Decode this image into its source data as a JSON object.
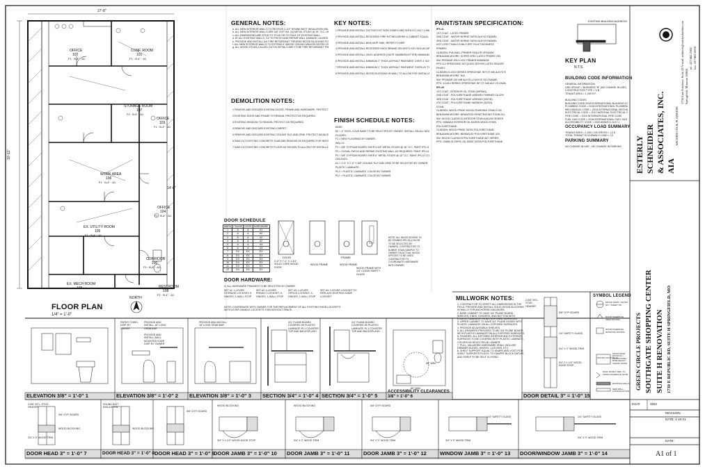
{
  "sheet": {
    "floor_plan_title": "FLOOR PLAN",
    "floor_plan_scale": "1/4\" = 1'-0\"",
    "north_label": "NORTH",
    "dim_top": "27'-8\"",
    "dim_side": "10'-11\"",
    "dim_right": "14'-8\"",
    "rooms": [
      {
        "name": "OFFICE",
        "num": "102",
        "code": "F1 · B-4\" · A1"
      },
      {
        "name": "CONF. ROOM",
        "num": "101",
        "code": "F1 · B-4\" · A1"
      },
      {
        "name": "STORAGE ROOM",
        "num": "107",
        "code": "F2 · B-4\" · A1"
      },
      {
        "name": "OFFICE",
        "num": "103",
        "code": "F1 · B-4\" · A1"
      },
      {
        "name": "WORK AREA",
        "num": "106",
        "code": "F1 · B-4\" · A1"
      },
      {
        "name": "OFFICE",
        "num": "104",
        "code": "F1 · B-4\" · A1"
      },
      {
        "name": "EX. UTILITY ROOM",
        "num": "105",
        "code": "F1 · B-4\" · A1"
      },
      {
        "name": "CORRIDOR",
        "num": "100",
        "code": "F1 · B-4\" · A1"
      },
      {
        "name": "EX. MECH ROOM",
        "num": "109",
        "code": ""
      },
      {
        "name": "RESTROOM",
        "num": "108",
        "code": "F2 · B-4\" · A1"
      }
    ]
  },
  "general_notes": {
    "title": "GENERAL NOTES:",
    "items": [
      "a.  ALL NEW INTERIOR WALLS TO RECEIVE 3-1/2\" SOUND BATT INSULATION UNLESS NOTED OTHERWISE.",
      "b.  ALL NEW INTERIOR WALLS ARE 5/8\" GYP. BD. (A) METAL STUDS @ 16\" O.C. UNLESS NOTED OTHERWISE.",
      "c.  ALL DIMENSIONS ARE STUD TO STUD OR TO FACE OF EXISTING WALL.",
      "d.  AT ALL EXISTING WALLS, GC TO PATCH AND REPAIR WALL DAMAGE CAUSED BY DEMOLITION WORK TO MATCH EXISTING.",
      "e.  PROVIDE AND INSTALL 2x4 FIRE RETARDANT TREATED WOOD BLOCKING FOR ALL MILLWORK AND TOILET ACCESSORIES.",
      "f.  ALL NEW INTERIOR WALLS TO EXTEND 6\" ABOVE CEILING UNLESS NOTED OTHERWISE.",
      "g.  ALL WOOD STUDS CALLED OUT IN DETAILS ARE TO BE FIRE RETARDANT TREATED."
    ]
  },
  "demolition_notes": {
    "title": "DEMOLITION NOTES:",
    "items": [
      "1  REMOVE AND DISCARD EXISTING DOOR, FRAME AND HARDWARE. PROTECT ADJACENT CONSTRUCTION AS REQUIRED.",
      "2  EXISTING DOOR AND FRAME TO REMAIN. PROTECT AS REQUIRED.",
      "3  EXISTING WINDOW TO REMAIN. PROTECT AS REQUIRED.",
      "4  REMOVE AND DISCARD EXISTING CARPET.",
      "5  REMOVE AND DISCARD EXISTING CEILING TILE AND GRID. PROTECT ADJACENT CONSTRUCTION AS REQUIRED.",
      "6  SAW CUT EXISTING CONCRETE SLAB AND REMOVE AS REQUIRED FOR INSTALLATION OF SANITARY SEWER.",
      "7  SAW CUT EXISTING CONCRETE FLOOR AS SHOWN TO ALLOW FOR INSTALLATION OF NEW PLUMBING LINES."
    ]
  },
  "key_notes": {
    "title": "KEY NOTES:",
    "items": [
      "1  PROVIDE AND INSTALL TACTILE EXIT SIGN COMPLYING WITH ICC A117.1 AND MOUNT ON WALL. MOUNT AT 48\" OFF FINISH FLOOR.",
      "2  PROVIDE AND INSTALL RECESSED FIRE EXTINGUISHER & CABINET EQUAL TO \"SENTRY\" MODEL # 2S-1014.",
      "3  PROVIDE AND INSTALL NEW MOP SINK, REFER TO MEP.",
      "4  PROVIDE AND INSTALL RECESSED KNOX BRAND SECURITY KEY BOX AS APPROVED BY THE LOCAL FIRE DEPARTMENT.",
      "5  PROVIDE AND INSTALL VINYL ADDRESS (SUITE NUMBER/LETTER) MINIMUM 3\" HIGH WITH A 1/2\" STROKE WIDTH.",
      "6  PROVIDE AND INSTALL MINIMUM 1\" THICK ASPHALT PAVEMENT OVER 4\" AGGREGATE BASE.",
      "7  PROVIDE AND INSTALL MINIMUM 1\" THICK ASPHALT PAVEMENT OVERLAY THAT SHALL MATCH EXISTING.",
      "8  PROVIDE AND INSTALL WOOD BLOCKING IN WALL TO ALLOW FOR INSTALLATION OF NEW WATER HEATER SUPPORT."
    ]
  },
  "finish_schedule": {
    "title": "FINISH SCHEDULE NOTES:",
    "items": [
      "BASE:",
      "B1 =  4\" VINYL COVE BASE TO BE SELECTED BY OWNER. INSTALL ON ALL NEW AND EXISTING WALLS AND MILLWORK.",
      "FLOORS:",
      "F1 =  NEW FLOORING BY OWNER.",
      "WALLS:",
      "P1 =  5/8\" GYPSUM BOARD OVER 3-5/8\" METAL STUDS @ 16\" O.C. PAINT IPS-11 COLOR BY OWNER.",
      "P2 =  CLEAN, PATCH AND REPAIR EXISTING WALL AS REQUIRED. PAINT IPS-11 COLOR BY OWNER.",
      "P3 =  5/8\" GYPSUM BOARD OVER 6\" METAL STUDS @ 16\" O.C. PAINT IPS-11 COLOR BY OWNER.",
      "CEILINGS:",
      "A1 =  2'-0\" X 2'-0\" X 5/8\" CEILING TILE AND GRID TO BE SELECTED BY OWNER.",
      "PLASTIC LAMINATE:",
      "PL1 =  PLASTIC LAMINATE, COLOR BY OWNER.",
      "PL2 =  PLASTIC LAMINATE, COLOR BY OWNER."
    ]
  },
  "paint_spec": {
    "title": "PAINT/STAIN SPECIFICATION:",
    "items": [
      "IPS-11",
      "1ST COAT - LATEX PRIMER",
      "2ND COAT - WATER BORNE SATIN ALKYD ENAMEL",
      "3RD COAT - WATER BORNE SATIN ALKYD ENAMEL",
      "NOT LESS THAN 2.5 MILS DRY FILM THICKNESS",
      "PRIMER:",
      "GLIDDEN: PVA WALL PRIMER SEALER GP1000N",
      "BENJAMIN MOORE: SUPER SPEC LATEX PRIMER 253",
      "SW: PROMAR 200 0 VOC PRIMER B28W8200",
      "PPG 6-2 SPEEDHIDE INT QUICK DRYING LATEX SEALER",
      "FINISH:",
      "GLIDDEN N-1510 SERIES SPEEDHIDE INT DT WB ALKYD ENAMEL",
      "BENJAMIN MOORE:  N/A",
      "SW: PROMAR 200 WB ALKYD-U ALKYD SG ENAMEL",
      "PPG: 6-1510 SERIES SPEEDHIDE INT DT WB ALK YD ENAMEL",
      "IPS-26",
      "1ST COAT - INTERIOR OIL STAIN (WIPING)",
      "2ND COAT - POLYURETHANE VARNISH THINNED 15-20%",
      "3RD COAT - POLYURETHANE VARNISH (SATIN)",
      "4TH COAT - POLYURETHANE VARNISH (SATIN)",
      "STAIN:",
      "GLIDDEN: WOOD PRIDE WOOD FINISHING STAIN 1700",
      "BENJAMIN MOORE: BENWOOD PENETRATING STAIN 241",
      "SW: WOOD CLASSICS INTERIOR STAIN A49-200 SERIES",
      "PPG: MINWAX INTERIOR OIL BASED WOOD STAIN",
      "POLYURETHANE:",
      "GLIDDEN: WOOD PRIDE SATIN POLYURETHANE",
      "BENJAMIN MOORE: BENWOOD POLYURETHANE 429",
      "SW: WOOD CLASSICS POLYURETHANE A67 SERIES",
      "PPG: 43886 OLYMPIC OIL BASE SATIN POLYURETHANE"
    ]
  },
  "key_plan": {
    "title": "KEY PLAN",
    "scale": "N.T.S.",
    "existing_label": "EXISTING BUILDING ADDRESS"
  },
  "code_info": {
    "title": "BUILDING CODE INFORMATION",
    "items": [
      "GENERAL INFORMATION",
      "USE GROUP =                    BUSINESS \"B\" (NO CHANGE IN USE)",
      "CONSTRUCTION TYPE = V-B",
      "TENANT AREA =                 1,260 S.F.",
      "",
      "BUILDING CODES",
      "BUILDING CODE                   2018 INTERNATIONAL BUILDING CODE",
      "PLUMBING CODE =              2018 INTERNATIONAL PLUMBING CODE",
      "MECHANICAL CODE =          2018 INTERNATIONAL MECHANICAL CODE",
      "ELECTRICAL CODE =            2017 NATIONAL ELECTRICAL CODE",
      "FIRE CODE =                        2018 INTERNATIONAL FIRE CODE",
      "FUEL GAS CODE =               2018 INTERNATIONAL FUEL GAS CODE",
      "ACCESSIBILITY CODE =       2009 ANSI/ICC A117.1"
    ],
    "occupancy_title": "OCCUPANCY LOAD SUMMARY",
    "occupancy_items": [
      "TENANT AREA = 1,260 / 100 GROSS = 12.6",
      "TOTAL TENANT OCCUPANCY LOAD = 13"
    ],
    "parking_title": "PARKING SUMMARY",
    "parking_items": [
      "NO CHANGE IN USE - NO CHANGE IN PARKING"
    ]
  },
  "door_schedule": {
    "title": "DOOR SCHEDULE",
    "headers": [
      "MARK",
      "FRAME",
      "DOOR",
      "HARDWARE"
    ],
    "rows": [
      [
        "1",
        "A",
        "A",
        "#1"
      ],
      [
        "2",
        "A",
        "A",
        "#2"
      ],
      [
        "3",
        "A",
        "A",
        "#2"
      ],
      [
        "4",
        "A",
        "A",
        "#2"
      ],
      [
        "5",
        "A",
        "A",
        "#3"
      ],
      [
        "6",
        "A",
        "A",
        "#3"
      ],
      [
        "7",
        "EX",
        "EX",
        "EX"
      ],
      [
        "8",
        "EX",
        "EX",
        "EX"
      ],
      [
        "9",
        "EX",
        "EX",
        "EX"
      ],
      [
        "10",
        "EX",
        "EX",
        "EX"
      ],
      [
        "11",
        "EX",
        "EX",
        "EX"
      ],
      [
        "12",
        "EX",
        "EX",
        "EX"
      ]
    ]
  },
  "door_types": {
    "door_label": "DOOR",
    "frame_label": "FRAME",
    "items": [
      "3'-0\" X 7'-0\" X 1-3/4\" SOLID CORE WOOD DOOR",
      "WOOD FRAME",
      "WOOD FRAME",
      "WOOD FRAME WITH 1/4\" CLEAR SAFETY GLASS"
    ],
    "note": "NOTE: ALL WOOD DOORS TO BE STAINED IPS-26 (COLOR TO BE SELECTED BY OWNER). CONTRACTOR TO SUBMIT STAIN SAMPLE TO OWNER ON ACTUAL WOOD SPECIES TO BE USED. CONTRACTOR TO COORDINATE HARDWARE WITH OWNER."
  },
  "door_hardware": {
    "title": "DOOR HARDWARE:",
    "intro": "A. ALL HARDWARE FINISHES TO BE SELECTED BY OWNER.",
    "sets": [
      "SET #1: 1-LEVER STORAGE LOCKSET, 3-HINGES, 1-WALL STOP",
      "SET #2: 1-LEVER PRIVACY LOCKSET, 3-HINGES, 1-WALL STOP",
      "SET #3: 1-LEVER OFFICE LOCKSET, 3-HINGES, 1-WALL STOP",
      "SET #4: 1-LEVER LOCKSET TO REPLACE EXISTING KNOB LOCKSET"
    ],
    "note": "NOTE: COORDINATE WITH OWNER FOR THE REPLACEMENT OF ALL EXISTING KNOB LOCKSETS WITH LEVER HANDLE LOCKSETS THROUGHOUT SPACE."
  },
  "millwork_notes": {
    "title": "MILLWORK NOTES:",
    "items": [
      "1.  CONTRACTOR TO VERIFY ALL DIMENSIONS IN THE FIELD. PROVIDE AND INSTALL SOLID WOOD BLOCKING IN WALLS FOR ANCHORING MILLWORK.",
      "2.  BASE CABINET TO HAVE 3/4\" PLANE BOARD SHELVES, ENDS, DIVIDERS, AND BOTTOM WITH PLASTIC LAMINATE ON ALL EXPOSED SURFACES.",
      "3.  UPPER CABINET TO HAVE 3/4\" PLANE BOARD WITH PLASTIC LAMINATE ON ALL EXPOSED SURFACES.",
      "4.  PROVIDE ADJUSTABLE SHELVES.",
      "5.  ALL DRAWERS PROVIDED TO BE 3/4\" PLANE BOARD WITH PLASTIC LAMINATE ON ALL EXPOSED SURFACES.",
      "6.  FINISHES: ALL EXPOSED INTERIOR AND EXTERIOR SURFACES TO BE COVERED WITH PLASTIC LAMINATE, COLORS AS SELECTED BY OWNER.",
      "7.  PULL, MILLWORK HARDWARE SHALL INCLUDE DRAWER SLIDES, HINGES, CATCHES, ETC.",
      "8.  SHELF SUPPORT EQUAL TO KNAPE AND VOGT ROD, SHELF SUPPORTS PLUGS, TO KNAPPE BLOCK DATUM, AND SHELF TO BE SELF CLOSING."
    ]
  },
  "symbol_legend": {
    "title": "SYMBOL LEGEND",
    "items": [
      "DETAIL MARK / DETAIL NO. / SHEET NO.",
      "DOOR SCHEDULE (NEW DOORS)",
      "DOOR SCHEDULE (EXISTING DOORS)",
      "ROOM NAME / ROOM NO. / FLOOR FINISH / BASE HEIGHT / CEILING FINISH",
      "WALL FINISH / REF. TO FINISH SCHEDULE NOTE",
      "EXISTING WALLS",
      "NEW WALL CONSTRUCTION"
    ],
    "office_sample": "OFFICE  123  F1  B1  A1"
  },
  "sections": {
    "elev1": {
      "label": "ELEVATION",
      "scale": "3/8\" = 1'-0\"",
      "num": "1"
    },
    "elev2": {
      "label": "ELEVATION",
      "scale": "3/8\" = 1'-0\"",
      "num": "2"
    },
    "elev3": {
      "label": "ELEVATION",
      "scale": "3/8\" = 1'-0\"",
      "num": "3"
    },
    "sec4": {
      "label": "SECTION",
      "scale": "3/4\" = 1'-0\"",
      "num": "4"
    },
    "sec5": {
      "label": "SECTION",
      "scale": "3/4\" = 1'-0\"",
      "num": "5"
    },
    "acc": {
      "label": "ACCESSIBILITY CLEARANCES",
      "scale": "3/8\" = 1'-0\"",
      "num": "6"
    },
    "door_detail": {
      "label": "DOOR DETAIL",
      "scale": "3\" = 1'-0\"",
      "num": "15"
    }
  },
  "details_bottom": [
    {
      "label": "DOOR HEAD",
      "scale": "3\" = 1'-0\"",
      "num": "7"
    },
    {
      "label": "DOOR HEAD",
      "scale": "3\" = 1'-0\"",
      "num": "8"
    },
    {
      "label": "DOOR HEAD",
      "scale": "3\" = 1'-0\"",
      "num": "9"
    },
    {
      "label": "DOOR JAMB",
      "scale": "3\" = 1'-0\"",
      "num": "10"
    },
    {
      "label": "DOOR JAMB",
      "scale": "3\" = 1'-0\"",
      "num": "11"
    },
    {
      "label": "DOOR JAMB",
      "scale": "3\" = 1'-0\"",
      "num": "12"
    },
    {
      "label": "WINDOW JAMB",
      "scale": "3\" = 1'-0\"",
      "num": "13"
    },
    {
      "label": "DOOR/WINDOW JAMB",
      "scale": "3\" = 1'-0\"",
      "num": "14"
    }
  ],
  "detail_callouts": {
    "stud_header": "2-5/8\" MTL. STUD HEADER",
    "gyp_board": "5/8\" GYP. BOARD",
    "wood_blocking": "WOOD BLOCKING",
    "wood_trim": "3/4\" X 3\" WOOD TRIM",
    "wood_stop": "3/4\" X 1-1/2\" WOOD DOOR STOP",
    "sound_batt": "SOUND BATT INSULATION",
    "paper_towel": "PAPER TOWEL DISP. BY OWNER",
    "grab_bar": "PROVIDE AND INSTALL 18\" LONG GRAB BAR",
    "mirror": "PROVIDE AND INSTALL WALL MOUNTED SOAP DISP. BY OWNER",
    "counter": "3/4\" PLANE BOARD COVERED W/ PLASTIC LAMINATE PL1 COUNTER TOP AND BACKSPLASH",
    "dim_60": "60\" MIN.",
    "dim_56": "56\" MIN.",
    "safety_glass": "1/4\" SAFETY GLASS"
  },
  "title_block": {
    "firm_lines": [
      "ESTERLY",
      "SCHNEIDER",
      "& ASSOCIATES, INC.",
      "AIA"
    ],
    "firm_sub": "ARCHITECTS & PLANNERS",
    "address": [
      "1736 East Sunshine, Suite 417",
      "Springfield, Missouri 65804"
    ],
    "phone": [
      "tel: 417.882.2304",
      "fax: 417.882.6618"
    ],
    "email": "e-mail: architects@esterlyschneider.com",
    "project_line1": "GREEN CIRCLE PROJECTS",
    "project_line2": "SOUTHGATE SHOPPING CENTER",
    "project_line3": "SUITE H RENOVATION",
    "project_line4": "1730 E REPUBLIC RD, SUITE H   SPRINGFIELD, MO",
    "esa_label": "ESA#",
    "esa_num": "4832",
    "revisions_label": "REVISION:",
    "date_label": "DATE:",
    "date": "4-18-21",
    "date2_label": "DATE:",
    "sheet_num": "A1 of 1"
  }
}
